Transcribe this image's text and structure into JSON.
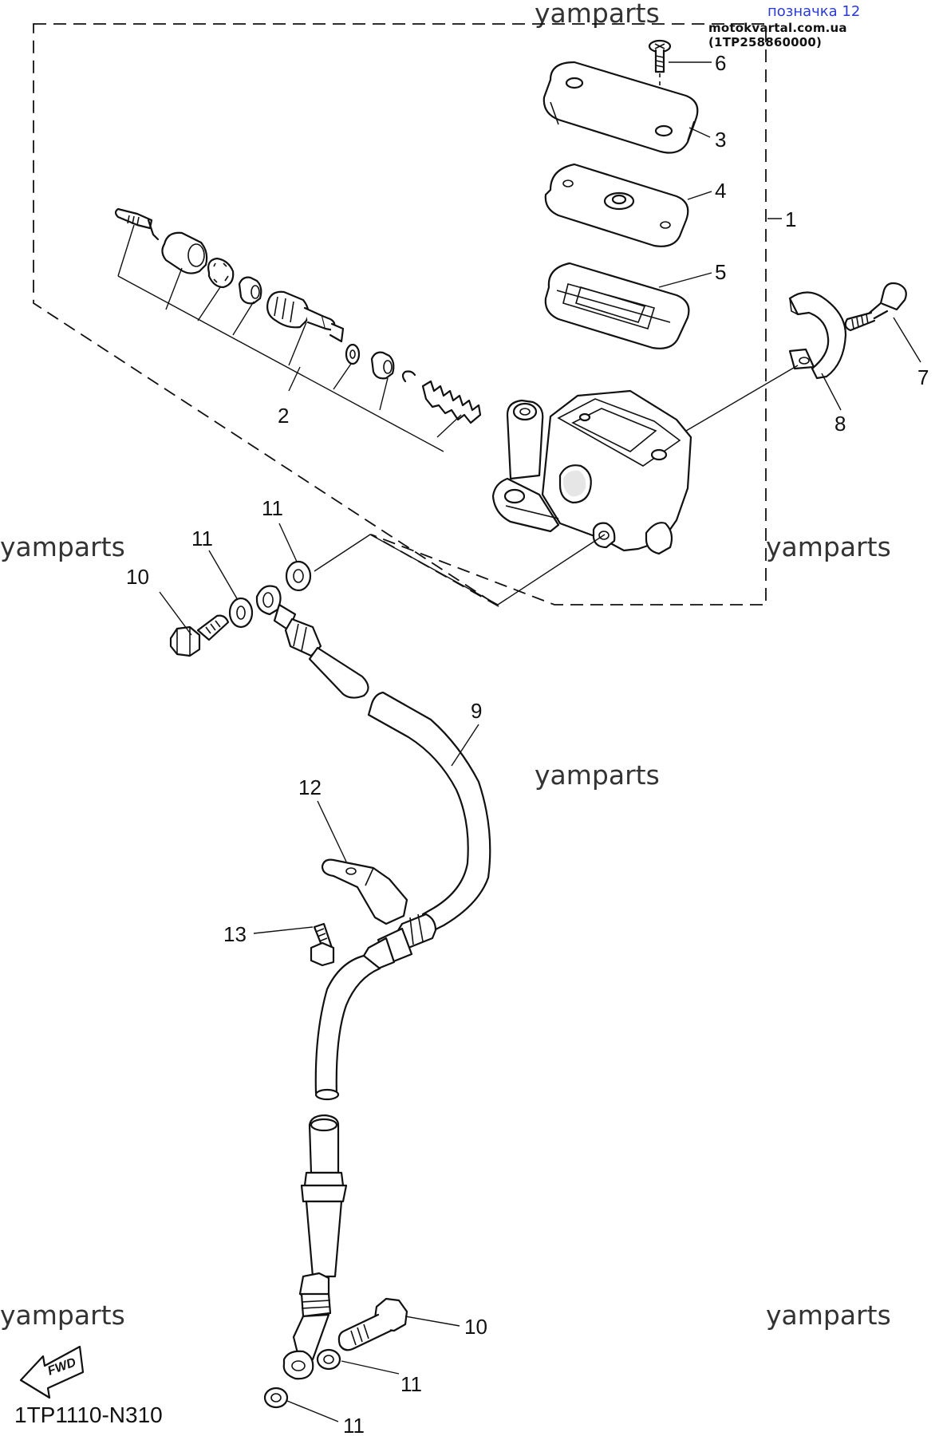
{
  "header": {
    "tag_label": "позначка 12",
    "source": "motokvartal.com.ua (1TP258860000)"
  },
  "watermark": "yamparts",
  "diagram_code": "1TP1110-N310",
  "fwd_label": "FWD",
  "callouts": {
    "c1": "1",
    "c2": "2",
    "c3": "3",
    "c4": "4",
    "c5": "5",
    "c6": "6",
    "c7": "7",
    "c8": "8",
    "c9": "9",
    "c10a": "10",
    "c10b": "10",
    "c11a": "11",
    "c11b": "11",
    "c11c": "11",
    "c11d": "11",
    "c12": "12",
    "c13": "13"
  }
}
